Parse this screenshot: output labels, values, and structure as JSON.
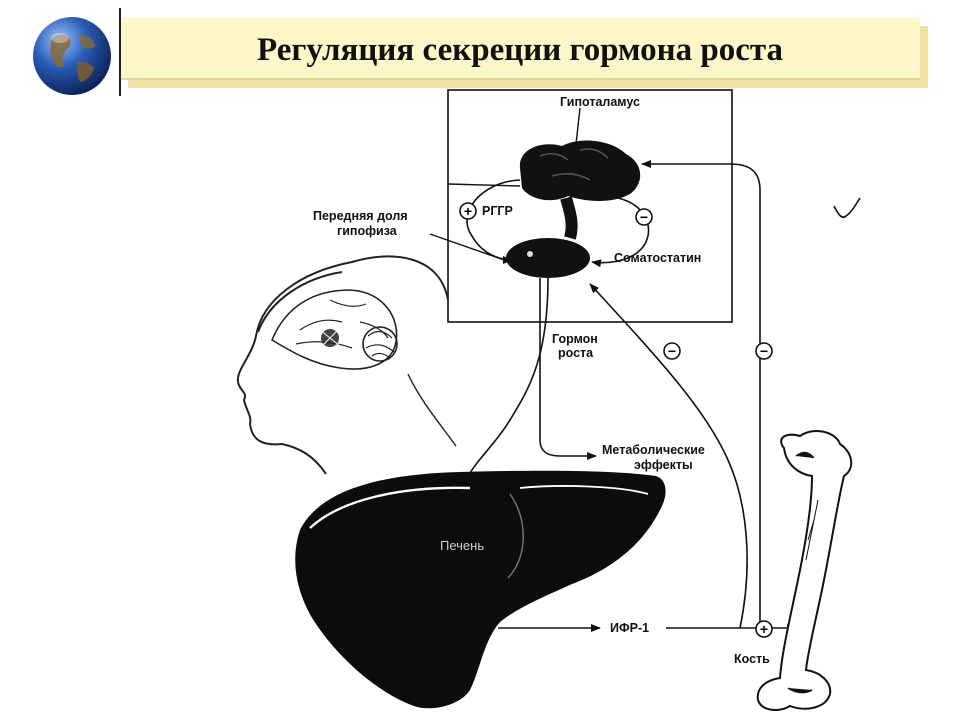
{
  "slide": {
    "title": "Регуляция секреции гормона роста"
  },
  "diagram": {
    "labels": {
      "hypothalamus": "Гипоталамус",
      "anterior_pituitary_line1": "Передняя доля",
      "anterior_pituitary_line2": "гипофиза",
      "ghrh": "РГГР",
      "somatostatin": "Соматостатин",
      "growth_hormone_line1": "Гормон",
      "growth_hormone_line2": "роста",
      "metabolic_effects_line1": "Метаболические",
      "metabolic_effects_line2": "эффекты",
      "liver": "Печень",
      "igf1": "ИФР-1",
      "bone": "Кость",
      "handwritten_mark": "V"
    },
    "signs": {
      "ghrh_effect": "+",
      "somatostatin_effect": "−",
      "igf1_to_pituitary": "−",
      "igf1_to_hypothalamus": "−",
      "igf1_to_bone": "+"
    }
  }
}
